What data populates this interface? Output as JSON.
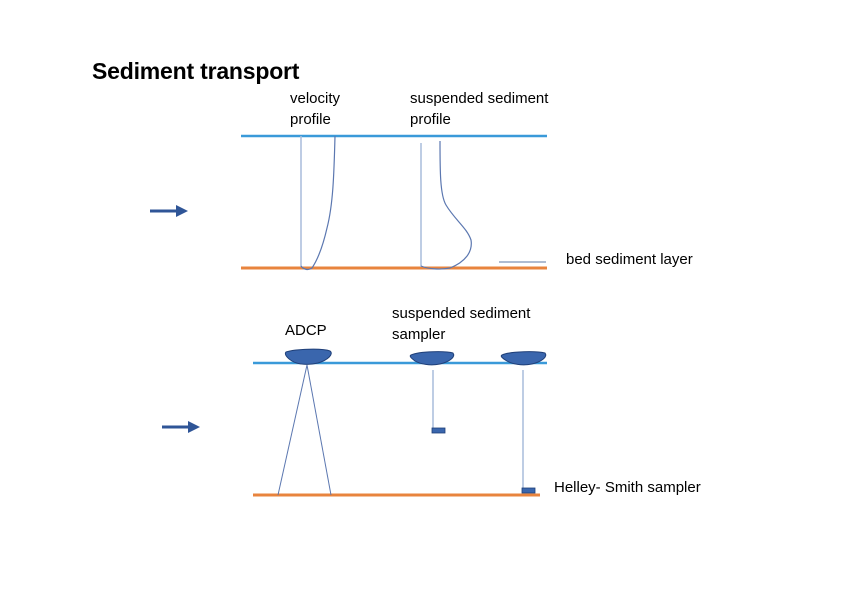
{
  "slide": {
    "title": "Sediment transport"
  },
  "panel_top": {
    "velocity_profile_label": "velocity\nprofile",
    "suspended_profile_label": "suspended sediment\nprofile",
    "bed_layer_label": "bed sediment layer"
  },
  "panel_bottom": {
    "adcp_label": "ADCP",
    "suspended_sampler_label": "suspended sediment\nsampler",
    "helley_smith_label": "Helley- Smith sampler"
  },
  "colors": {
    "water_surface": "#3a9ad9",
    "river_bed": "#e8843e",
    "profile_line": "#a9bcdb",
    "profile_curve": "#5b77b0",
    "device_fill": "#3a66ad",
    "device_stroke": "#1f3f78",
    "arrow": "#2f5597"
  }
}
